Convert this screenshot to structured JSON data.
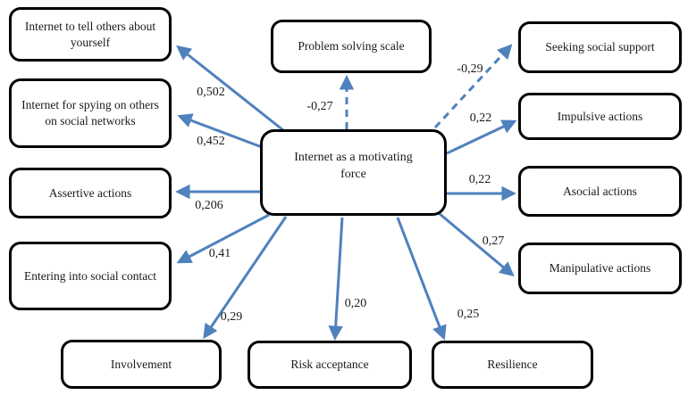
{
  "colors": {
    "arrow_blue": "#4f81bd",
    "box_border": "#000000",
    "box_fill": "#ffffff",
    "background": "#ffffff",
    "text": "#1a1a1a"
  },
  "center_node": {
    "label": "Internet as a motivating force"
  },
  "nodes": [
    {
      "id": "tell-others",
      "label": "Internet to tell others about yourself"
    },
    {
      "id": "spying",
      "label": "Internet for spying on others on social networks"
    },
    {
      "id": "assertive",
      "label": "Assertive actions"
    },
    {
      "id": "entering",
      "label": "Entering into social contact"
    },
    {
      "id": "problem-solving",
      "label": "Problem solving scale"
    },
    {
      "id": "seeking-support",
      "label": "Seeking social support"
    },
    {
      "id": "impulsive",
      "label": "Impulsive actions"
    },
    {
      "id": "asocial",
      "label": "Asocial actions"
    },
    {
      "id": "manipulative",
      "label": "Manipulative actions"
    },
    {
      "id": "involvement",
      "label": "Involvement"
    },
    {
      "id": "risk-acceptance",
      "label": "Risk acceptance"
    },
    {
      "id": "resilience",
      "label": "Resilience"
    }
  ],
  "edges": [
    {
      "from": "center",
      "to": "tell-others",
      "weight": "0,502",
      "style": "solid"
    },
    {
      "from": "center",
      "to": "spying",
      "weight": "0,452",
      "style": "solid"
    },
    {
      "from": "center",
      "to": "assertive",
      "weight": "0,206",
      "style": "solid"
    },
    {
      "from": "center",
      "to": "entering",
      "weight": "0,41",
      "style": "solid"
    },
    {
      "from": "center",
      "to": "problem-solving",
      "weight": "-0,27",
      "style": "dashed"
    },
    {
      "from": "center",
      "to": "seeking-support",
      "weight": "-0,29",
      "style": "dashed"
    },
    {
      "from": "center",
      "to": "impulsive",
      "weight": "0,22",
      "style": "solid"
    },
    {
      "from": "center",
      "to": "asocial",
      "weight": "0,22",
      "style": "solid"
    },
    {
      "from": "center",
      "to": "manipulative",
      "weight": "0,27",
      "style": "solid"
    },
    {
      "from": "center",
      "to": "involvement",
      "weight": "0,29",
      "style": "solid"
    },
    {
      "from": "center",
      "to": "risk-acceptance",
      "weight": "0,20",
      "style": "solid"
    },
    {
      "from": "center",
      "to": "resilience",
      "weight": "0,25",
      "style": "solid"
    }
  ]
}
